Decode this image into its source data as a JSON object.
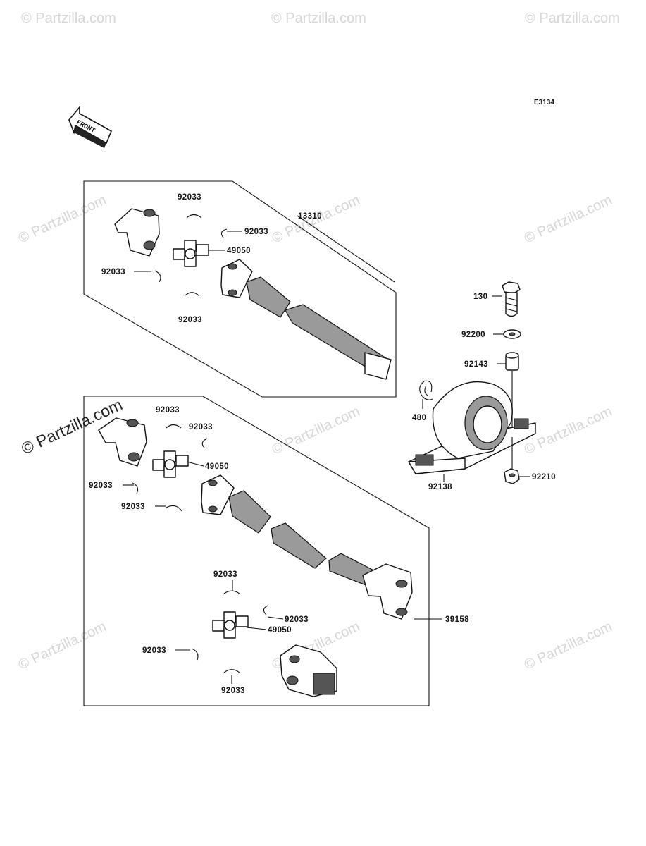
{
  "diagram_code": "E3134",
  "front_arrow_label": "FRONT",
  "watermarks": {
    "small": "© Partzilla.com",
    "large": "© Partzilla.com"
  },
  "parts": {
    "p13310": "13310",
    "p39158": "39158",
    "p49050_a": "49050",
    "p49050_b": "49050",
    "p49050_c": "49050",
    "c_a1": "92033",
    "c_a2": "92033",
    "c_a3": "92033",
    "c_a4": "92033",
    "c_b1": "92033",
    "c_b2": "92033",
    "c_b3": "92033",
    "c_b4": "92033",
    "c_c1": "92033",
    "c_c2": "92033",
    "c_c3": "92033",
    "c_c4": "92033",
    "p130": "130",
    "p92200": "92200",
    "p92143": "92143",
    "p480": "480",
    "p92138": "92138",
    "p92210": "92210"
  }
}
